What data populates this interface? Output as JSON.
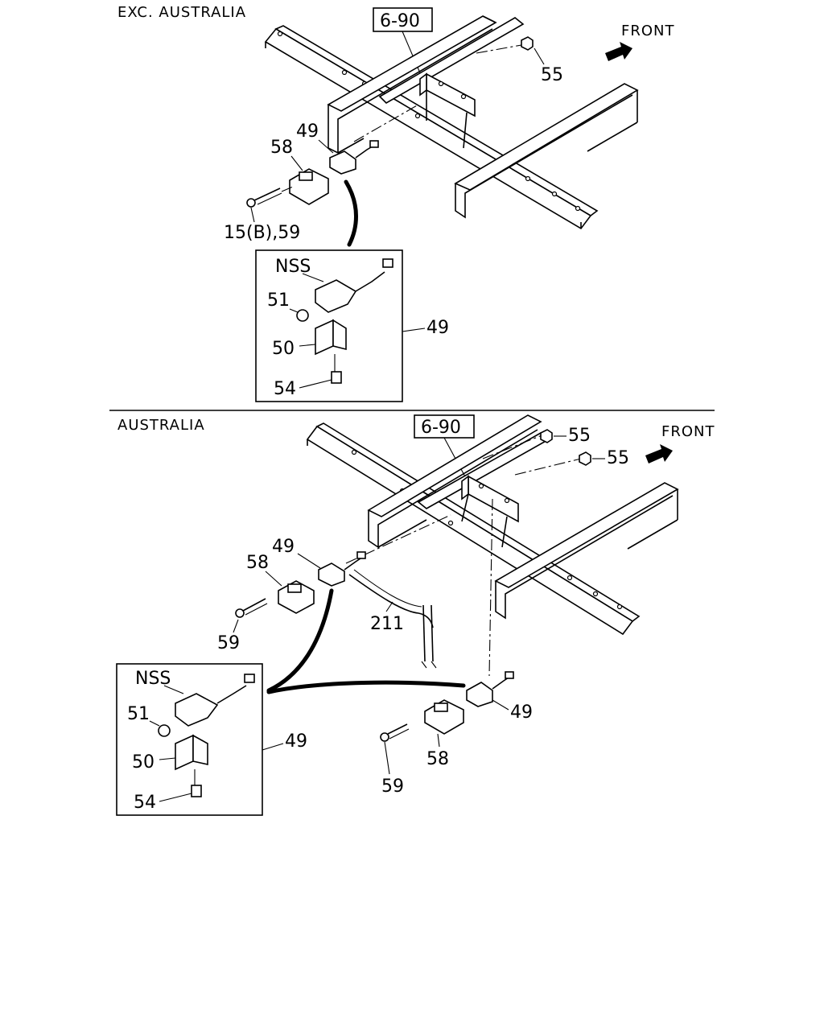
{
  "sections": {
    "top": {
      "header": "EXC. AUSTRALIA",
      "front_label": "FRONT",
      "ref_box": "6-90",
      "labels": {
        "p55": "55",
        "p49": "49",
        "p58": "58",
        "p15b59": "15(B),59"
      },
      "inset": {
        "nss": "NSS",
        "p51": "51",
        "p50": "50",
        "p54": "54",
        "p49": "49"
      }
    },
    "bottom": {
      "header": "AUSTRALIA",
      "front_label": "FRONT",
      "ref_box": "6-90",
      "labels": {
        "p55a": "55",
        "p55b": "55",
        "p49a": "49",
        "p58a": "58",
        "p59a": "59",
        "p211": "211",
        "p49b": "49",
        "p58b": "58",
        "p59b": "59"
      },
      "inset": {
        "nss": "NSS",
        "p51": "51",
        "p50": "50",
        "p54": "54",
        "p49": "49"
      }
    }
  }
}
